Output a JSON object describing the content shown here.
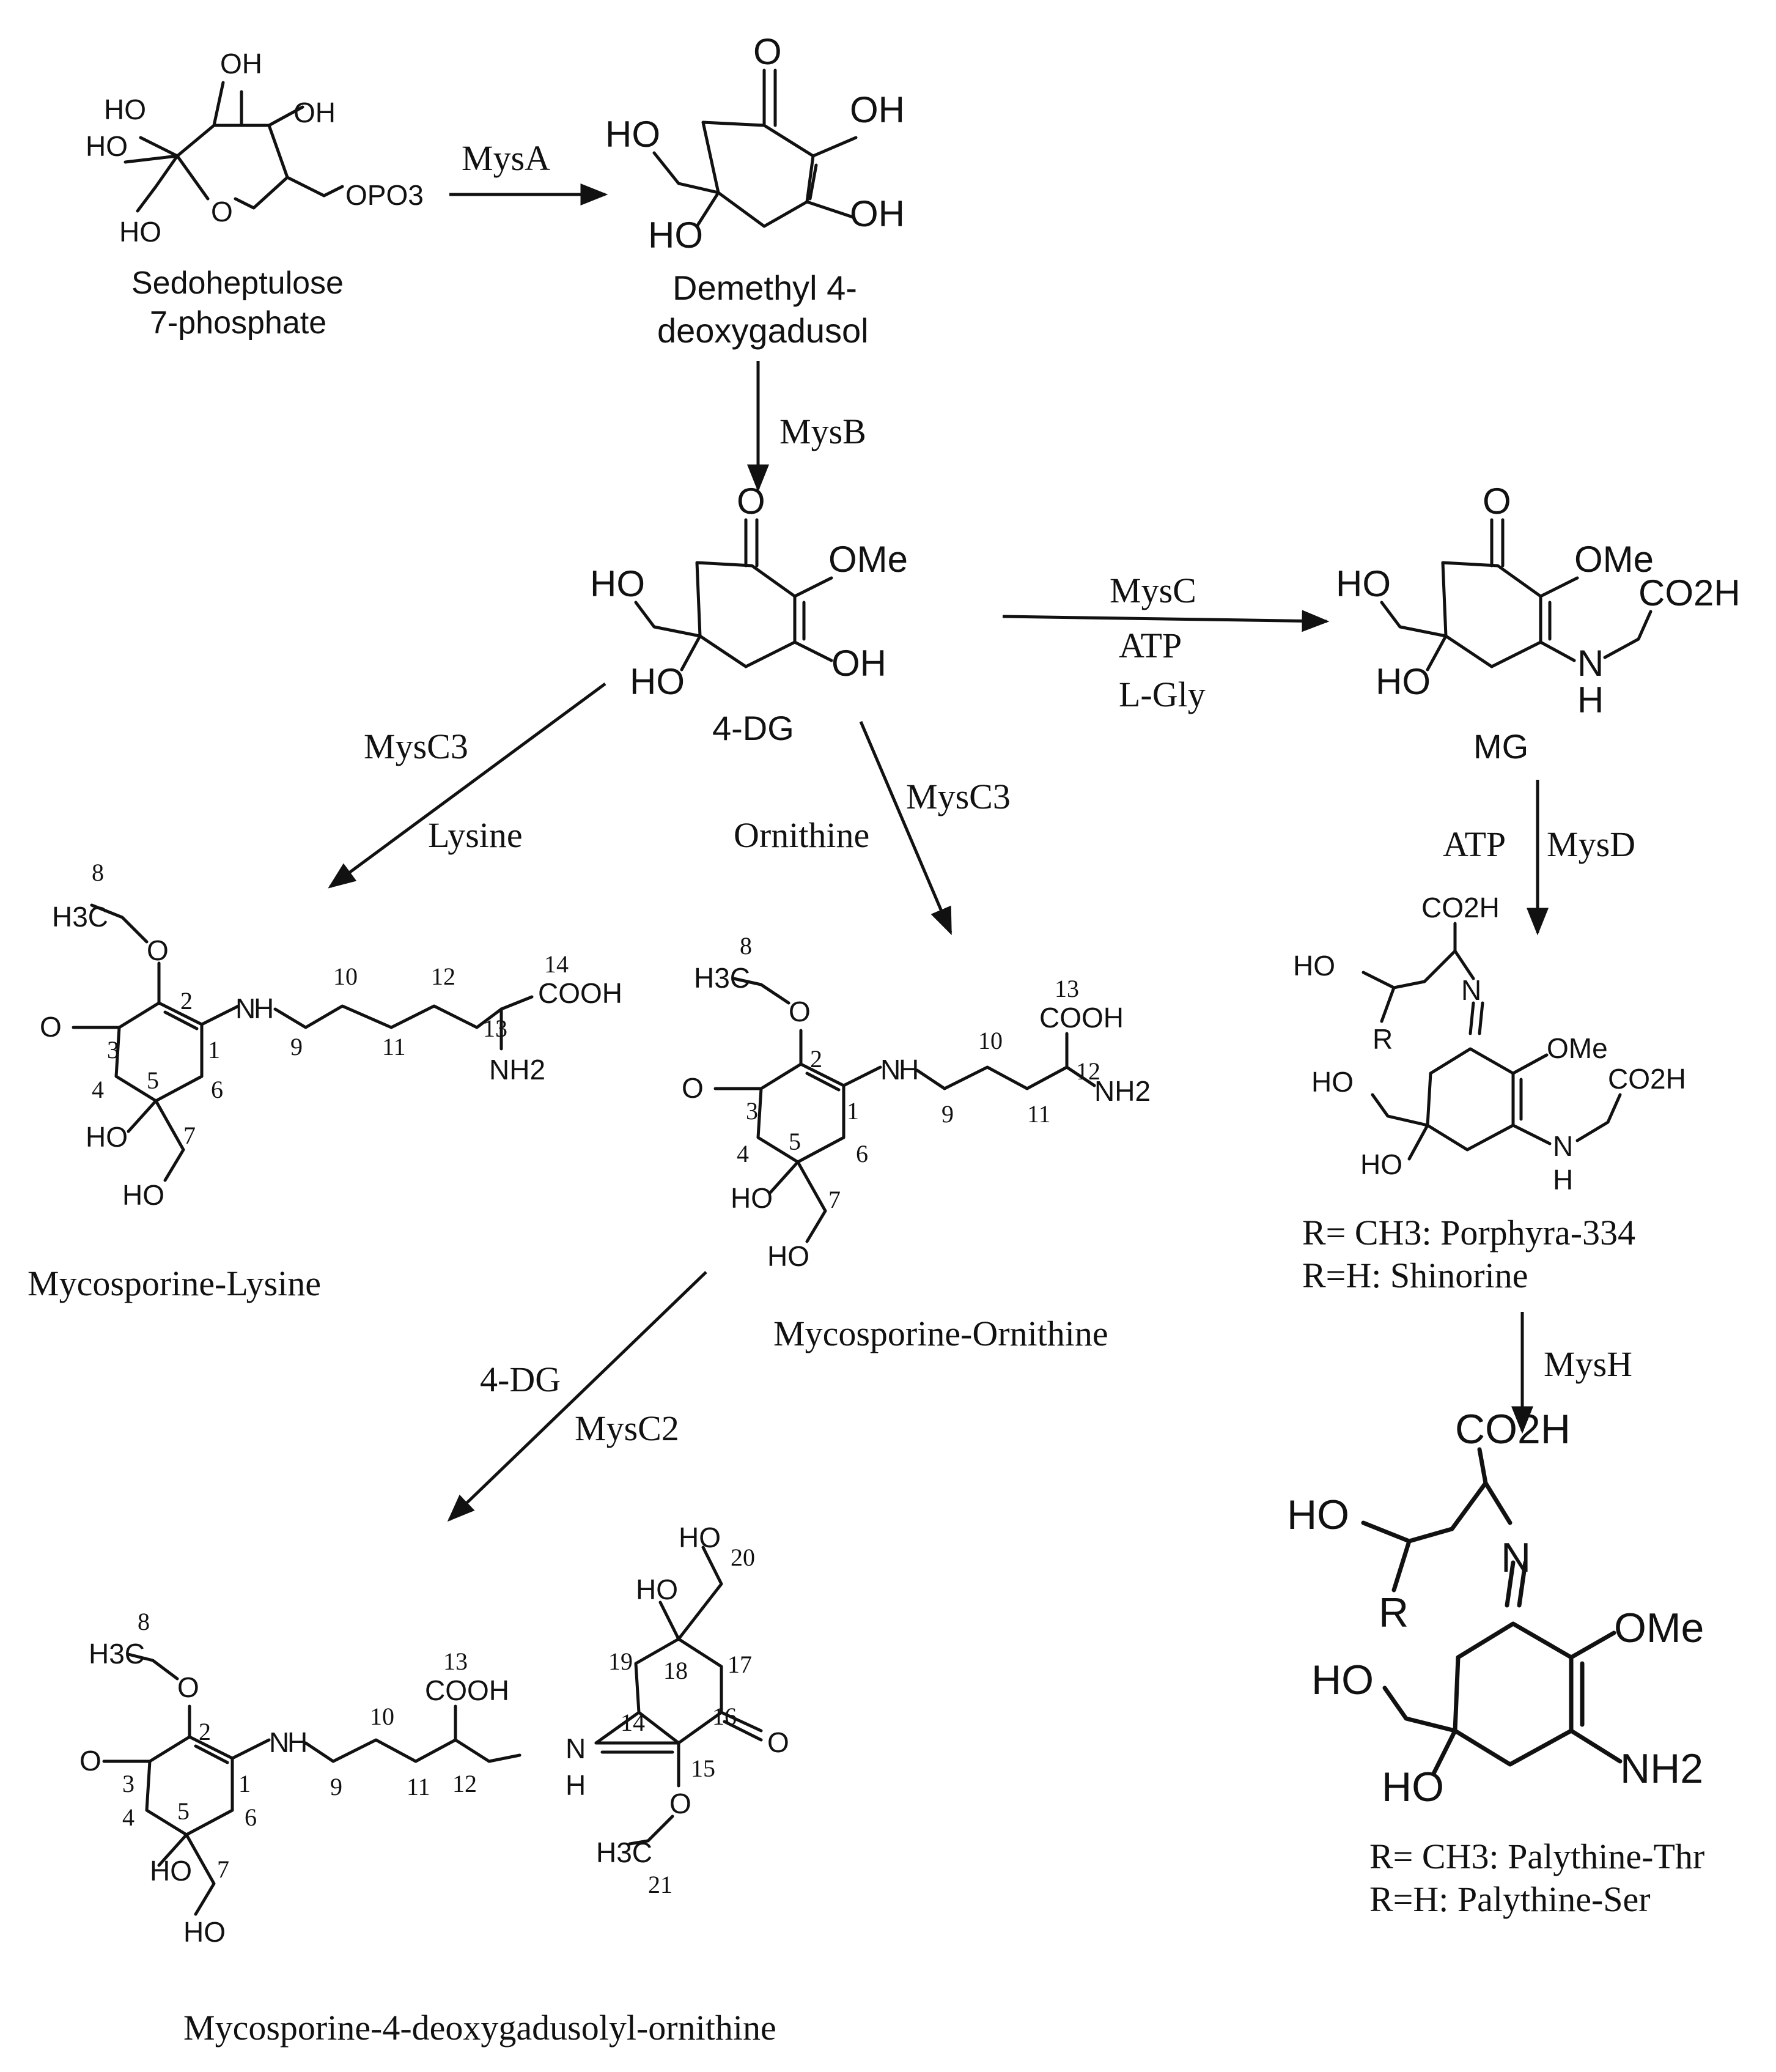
{
  "compounds": {
    "s7p": {
      "line1": "Sedoheptulose",
      "line2": "7-phosphate"
    },
    "dmdg": {
      "line1": "Demethyl 4-",
      "line2": "deoxygadusol"
    },
    "dg": {
      "name": "4-DG"
    },
    "mg": {
      "name": "MG"
    },
    "mys_lys": {
      "name": "Mycosporine-Lysine"
    },
    "mys_orn": {
      "name": "Mycosporine-Ornithine"
    },
    "mys_dgo": {
      "name": "Mycosporine-4-deoxygadusolyl-ornithine"
    },
    "porphyra": {
      "line1": "R= CH3: Porphyra-334",
      "line2": "R=H: Shinorine"
    },
    "palythine": {
      "line1": "R= CH3: Palythine-Thr",
      "line2": "R=H: Palythine-Ser"
    }
  },
  "reactions": {
    "mysA": {
      "enzyme": "MysA"
    },
    "mysB": {
      "enzyme": "MysB"
    },
    "mysC": {
      "enzyme": "MysC",
      "cofactor1": "ATP",
      "cofactor2": "L-Gly"
    },
    "mysC3_lys": {
      "enzyme": "MysC3",
      "substrate": "Lysine"
    },
    "mysC3_orn": {
      "enzyme": "MysC3",
      "substrate": "Ornithine"
    },
    "mysC2": {
      "enzyme": "MysC2",
      "substrate": "4-DG"
    },
    "mysD": {
      "enzyme": "MysD",
      "cofactor": "ATP"
    },
    "mysH": {
      "enzyme": "MysH"
    }
  },
  "atoms": {
    "OH": "OH",
    "HO": "HO",
    "O": "O",
    "OMe": "OMe",
    "OPO3": "OPO3",
    "CO2H": "CO2H",
    "COOH": "COOH",
    "NH2": "NH2",
    "N": "N",
    "H": "H",
    "R": "R",
    "H3C": "H3C"
  },
  "numbering": [
    "1",
    "2",
    "3",
    "4",
    "5",
    "6",
    "7",
    "8",
    "9",
    "10",
    "11",
    "12",
    "13",
    "14",
    "15",
    "16",
    "17",
    "18",
    "19",
    "20",
    "21"
  ]
}
